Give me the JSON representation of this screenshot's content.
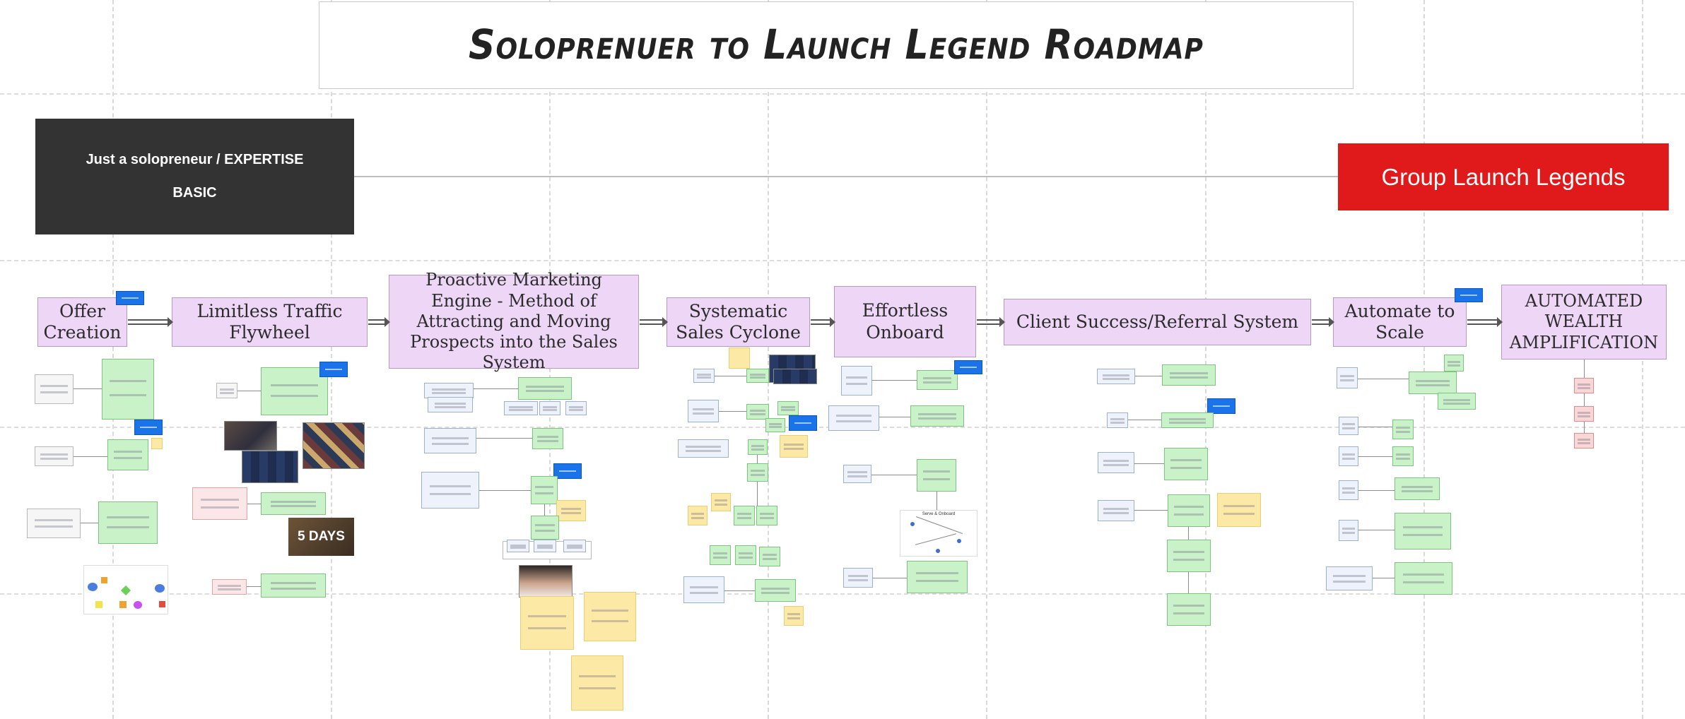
{
  "title": "Soloprenuer to Launch Legend Roadmap",
  "start": {
    "line1": "Just a solopreneur  / EXPERTISE",
    "line2": "BASIC"
  },
  "end": {
    "label": "Group Launch Legends"
  },
  "stages": [
    {
      "label": "Offer Creation"
    },
    {
      "label": "Limitless Traffic Flywheel"
    },
    {
      "label": "Proactive Marketing Engine - Method of Attracting and Moving Prospects into the Sales System"
    },
    {
      "label": "Systematic Sales Cyclone"
    },
    {
      "label": "Effortless Onboard"
    },
    {
      "label": "Client Success/Referral System"
    },
    {
      "label": "Automate to Scale"
    },
    {
      "label": "AUTOMATED WEALTH AMPLIFICATION"
    }
  ],
  "thumbnails": {
    "days_label": "5 DAYS",
    "serve_onboard_label": "Serve & Onboard"
  },
  "colors": {
    "stage_fill": "#eed6f7",
    "start_fill": "#333333",
    "end_fill": "#e0191b",
    "card_green": "#c9f2c9",
    "card_blue": "#edf2fb",
    "sticky_yellow": "#fde9a6",
    "tag_blue": "#1a73e8"
  }
}
